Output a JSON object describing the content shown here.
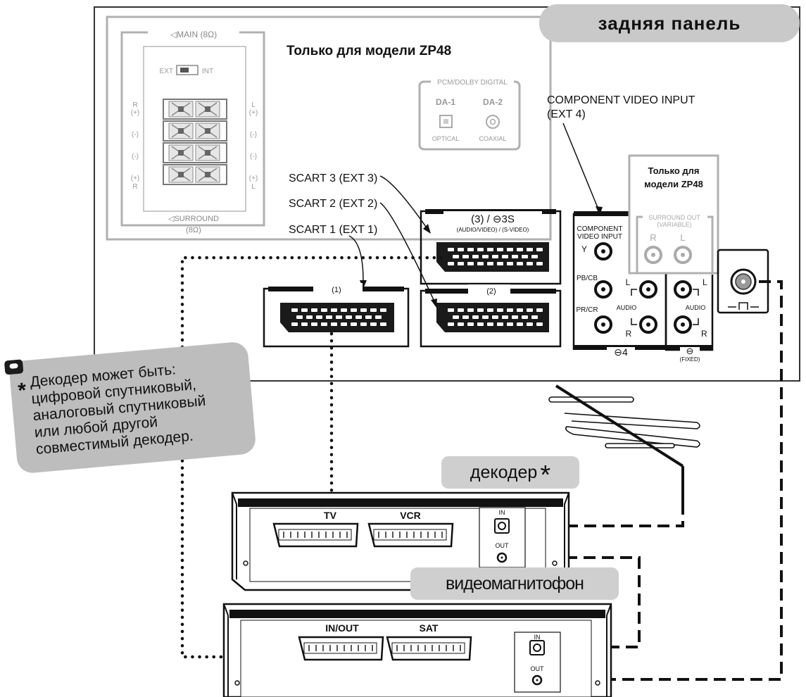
{
  "title": "задняя панель",
  "zp48_only_top": "Только для модели ZP48",
  "zp48_only_box": [
    "Только для",
    "модели ZP48"
  ],
  "speaker": {
    "main": "◁MAIN (8Ω)",
    "ext": "EXT",
    "int": "INT",
    "left_labels": [
      "R",
      "(+)",
      "(-)",
      "(-)",
      "(+)",
      "R"
    ],
    "right_labels": [
      "L",
      "(+)",
      "(-)",
      "(-)",
      "(+)",
      "L"
    ],
    "surround": "◁SURROUND",
    "surround_ohm": "(8Ω)"
  },
  "pcm": {
    "header": "PCM/DOLBY DIGITAL",
    "da1": "DA-1",
    "da2": "DA-2",
    "optical": "OPTICAL",
    "coaxial": "COAXIAL"
  },
  "component_callout": [
    "COMPONENT VIDEO INPUT",
    "(EXT 4)"
  ],
  "scart_labels": [
    "SCART 3 (EXT 3)",
    "SCART 2 (EXT 2)",
    "SCART 1 (EXT 1)"
  ],
  "scart3_header": "(3) / ⊖3S",
  "scart3_sub": "(AUDIO/VIDEO) / (S-VIDEO)",
  "scart1_header": "(1)",
  "scart2_header": "(2)",
  "component_panel": {
    "heading": [
      "COMPONENT",
      "VIDEO INPUT"
    ],
    "y": "Y",
    "pb": "PB/CB",
    "pr": "PR/CR",
    "audio": "AUDIO",
    "l": "L",
    "r": "R",
    "footer": "⊖4"
  },
  "surround_out": {
    "heading": [
      "SURROUND OUT",
      "(VARIABLE)"
    ],
    "r": "R",
    "l": "L",
    "audio": "AUDIO",
    "footer": "(FIXED)"
  },
  "note": {
    "star": "*",
    "lines": [
      "Декодер может быть:",
      "цифровой спутниковый,",
      "аналоговый спутниковый",
      "или любой другой",
      "совместимый декодер."
    ]
  },
  "decoder_badge": "декодер",
  "decoder_star": "*",
  "vcr_badge": "видеомагнитофон",
  "decoder_device": {
    "tv": "TV",
    "vcr": "VCR",
    "in": "IN",
    "out": "OUT"
  },
  "vcr_device": {
    "inout": "IN/OUT",
    "sat": "SAT",
    "in": "IN",
    "out": "OUT"
  }
}
